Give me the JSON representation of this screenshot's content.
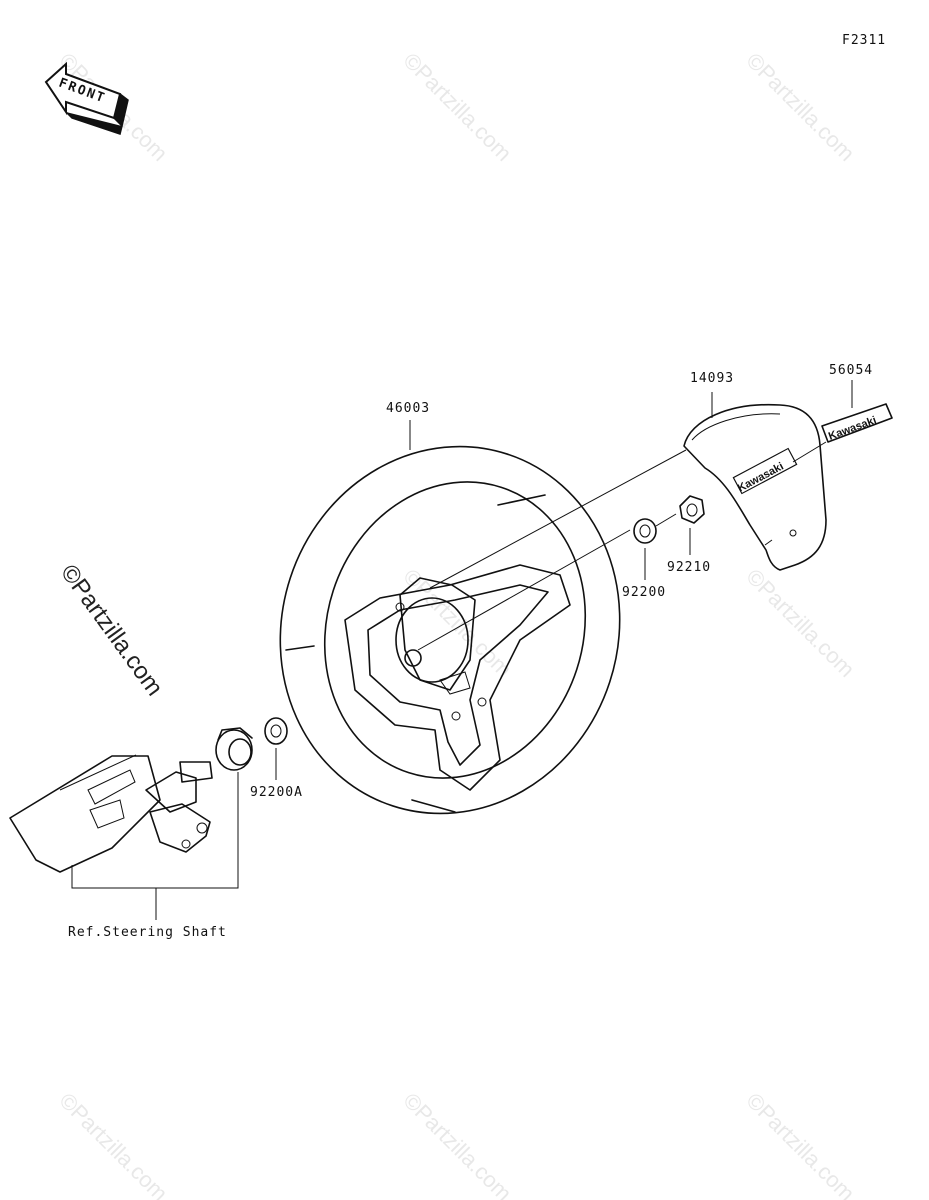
{
  "figure_code": "F2311",
  "front_label": "FRONT",
  "copyright": "©Partzilla.com",
  "watermark": "©Partzilla.com",
  "parts": [
    {
      "id": "46003",
      "label": "46003"
    },
    {
      "id": "14093",
      "label": "14093"
    },
    {
      "id": "56054",
      "label": "56054"
    },
    {
      "id": "92200",
      "label": "92200"
    },
    {
      "id": "92210",
      "label": "92210"
    },
    {
      "id": "92200A",
      "label": "92200A"
    }
  ],
  "reference_label": "Ref.Steering Shaft",
  "emblem_text": "Kawasaki"
}
